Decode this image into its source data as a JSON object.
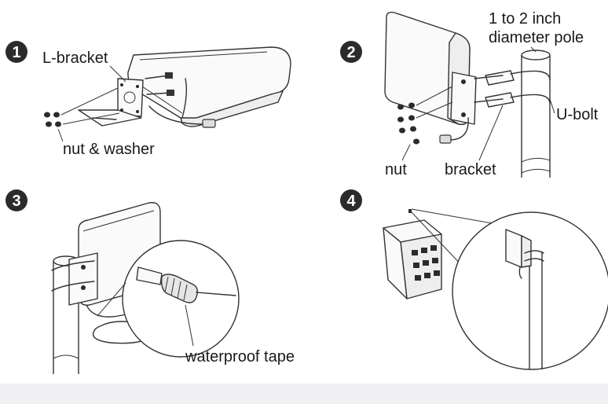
{
  "steps": [
    {
      "number": "1",
      "labels": {
        "bracket": "L-bracket",
        "nut_washer": "nut & washer"
      }
    },
    {
      "number": "2",
      "labels": {
        "pole": "1 to 2 inch",
        "pole2": "diameter pole",
        "ubolt": "U-bolt",
        "nut": "nut",
        "bracket": "bracket"
      }
    },
    {
      "number": "3",
      "labels": {
        "tape": "waterproof tape"
      }
    },
    {
      "number": "4",
      "labels": {}
    }
  ],
  "colors": {
    "line": "#333333",
    "badge": "#2b2b2b",
    "footer": "#f0f0f2"
  }
}
